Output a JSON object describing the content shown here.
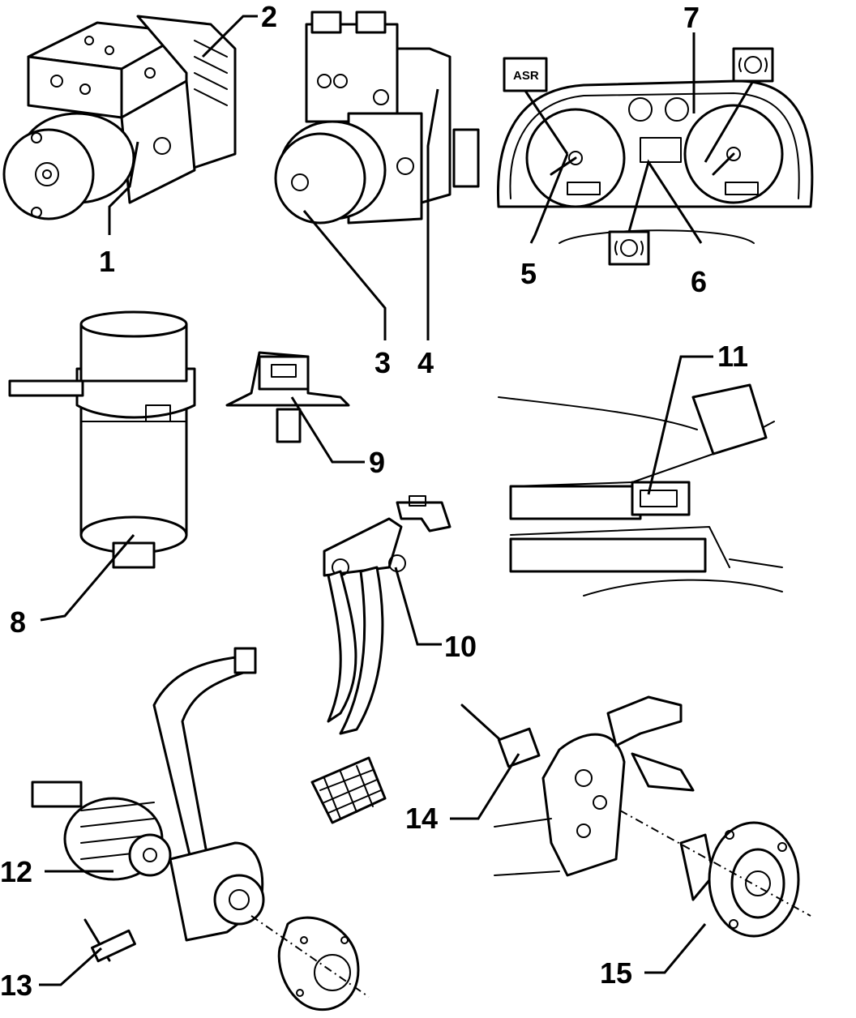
{
  "labels": {
    "l1": "1",
    "l2": "2",
    "l3": "3",
    "l4": "4",
    "l5": "5",
    "l6": "6",
    "l7": "7",
    "l8": "8",
    "l9": "9",
    "l10": "10",
    "l11": "11",
    "l12": "12",
    "l13": "13",
    "l14": "14",
    "l15": "15"
  },
  "badges": {
    "asr": "ASR"
  }
}
